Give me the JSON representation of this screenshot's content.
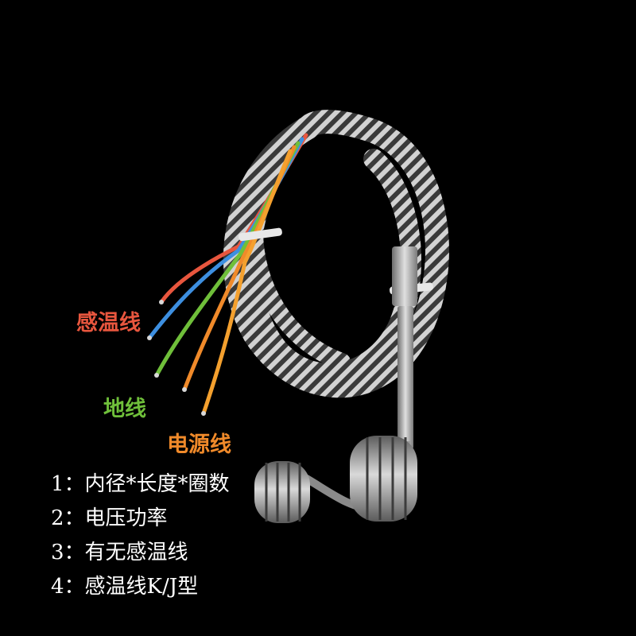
{
  "colors": {
    "background": "#000000",
    "sensor_wire": "#e8563e",
    "ground_wire": "#6fbf3a",
    "power_wire": "#f08a2a",
    "spec_text": "#ffffff",
    "braid_light": "#cfcfcf",
    "braid_dark": "#3a3a3a",
    "steel": "#a7a7a7"
  },
  "labels": {
    "sensor": "感温线",
    "ground": "地线",
    "power": "电源线"
  },
  "specs": [
    "1：内径*长度*圈数",
    "2：电压功率",
    "3：有无感温线",
    "4：感温线K/J型"
  ]
}
